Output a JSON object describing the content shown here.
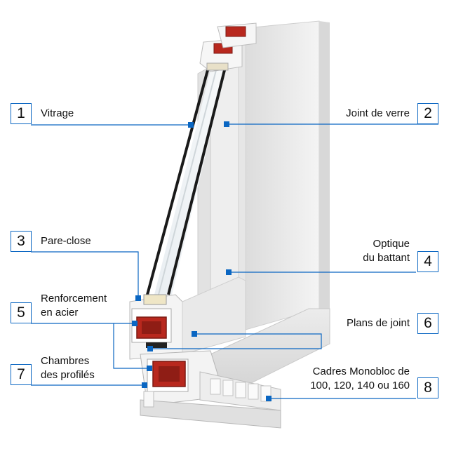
{
  "callouts": [
    {
      "number": "1",
      "lines": [
        "Vitrage"
      ]
    },
    {
      "number": "2",
      "lines": [
        "Joint de verre"
      ]
    },
    {
      "number": "3",
      "lines": [
        "Pare-close"
      ]
    },
    {
      "number": "4",
      "lines": [
        "Optique",
        "du battant"
      ]
    },
    {
      "number": "5",
      "lines": [
        "Renforcement",
        "en acier"
      ]
    },
    {
      "number": "6",
      "lines": [
        "Plans de joint"
      ]
    },
    {
      "number": "7",
      "lines": [
        "Chambres",
        "des profilés"
      ]
    },
    {
      "number": "8",
      "lines": [
        "Cadres Monobloc de",
        "100, 120, 140 ou 160"
      ]
    }
  ],
  "colors": {
    "accent": "#0a66c2",
    "steel": "#b8281e",
    "pvc": "#f2f2f2",
    "seal": "#222222"
  }
}
